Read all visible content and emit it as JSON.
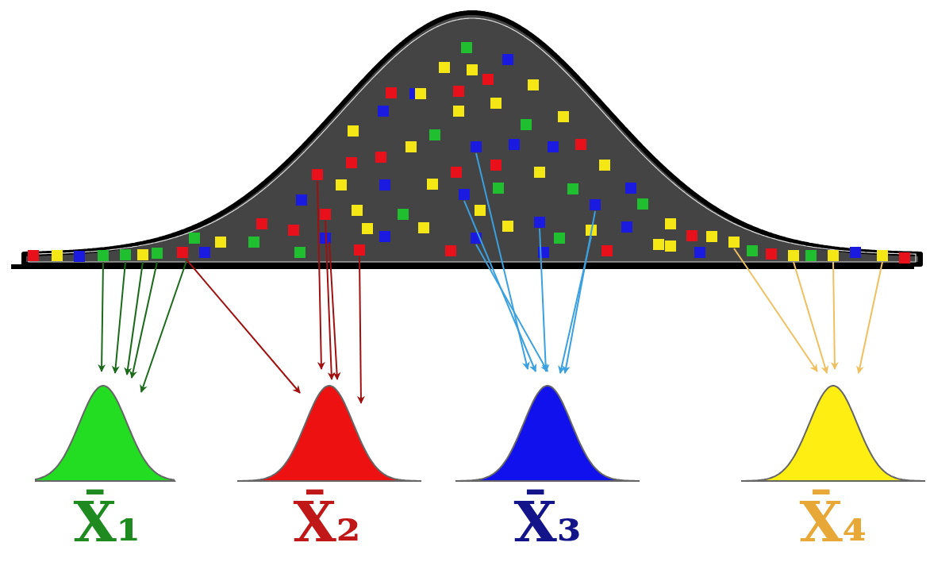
{
  "diagram": {
    "labels": [
      "X̄₁",
      "X̄₂",
      "X̄₃",
      "X̄₄"
    ]
  }
}
